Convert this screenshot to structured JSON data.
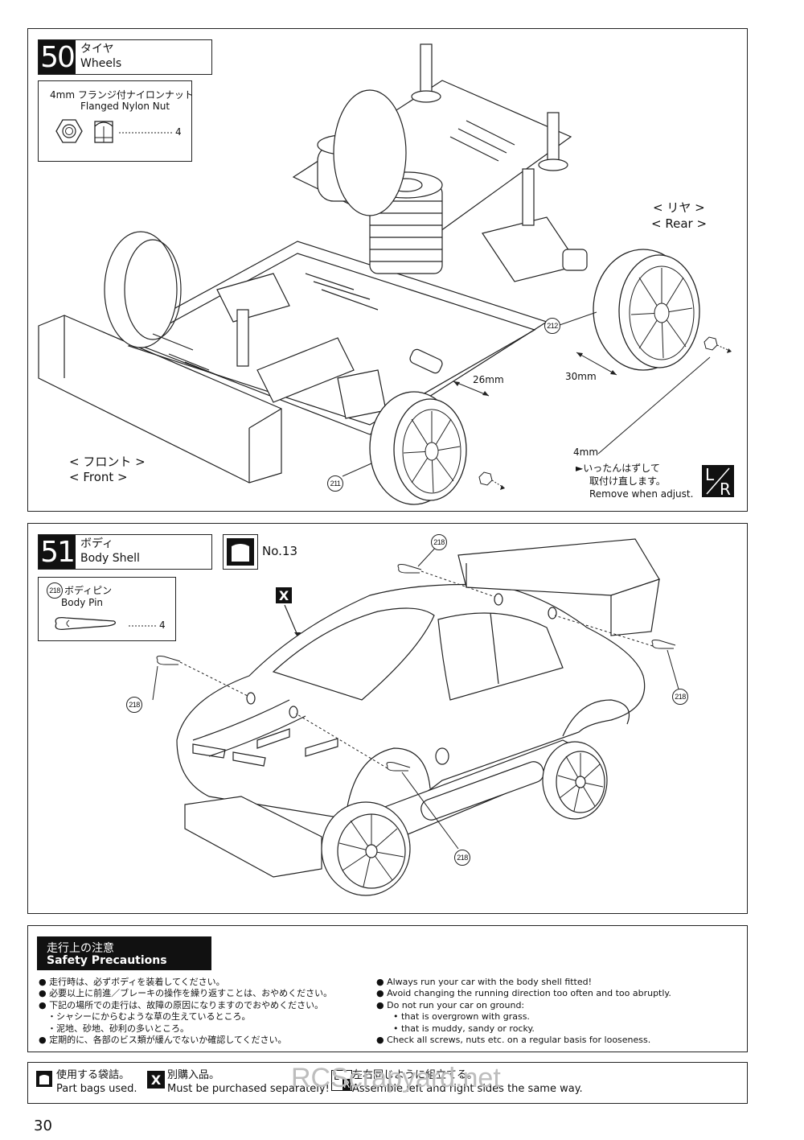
{
  "step50": {
    "number": "50",
    "title_jp": "タイヤ",
    "title_en": "Wheels",
    "part": {
      "size_name_jp": "4mm  フランジ付ナイロンナット",
      "name_en": "Flanged Nylon Nut",
      "qty": "4"
    },
    "rear_jp": "< リヤ >",
    "rear_en": "< Rear >",
    "front_jp": "< フロント >",
    "front_en": "< Front >",
    "dim_front": "26mm",
    "dim_rear": "30mm",
    "nut_size": "4mm",
    "part_rear_wheel": "212",
    "part_front_wheel": "211",
    "note_jp_1": "►いったんはずして",
    "note_jp_2": "取付け直します。",
    "note_en": "Remove when adjust.",
    "lr_l": "L",
    "lr_r": "R"
  },
  "step51": {
    "number": "51",
    "title_jp": "ボディ",
    "title_en": "Body Shell",
    "bag_no": "No.13",
    "part": {
      "num": "218",
      "name_jp": "ボディピン",
      "name_en": "Body Pin",
      "qty": "4"
    },
    "callout": "218",
    "x_mark": "X"
  },
  "safety": {
    "title_jp": "走行上の注意",
    "title_en": "Safety Precautions",
    "jp_lines": [
      "● 走行時は、必ずボディを装着してください。",
      "● 必要以上に前進／ブレーキの操作を繰り返すことは、おやめください。",
      "● 下記の場所での走行は、故障の原因になりますのでおやめください。",
      "　・シャシーにからむような草の生えているところ。",
      "　・泥地、砂地、砂利の多いところ。",
      "● 定期的に、各部のビス類が緩んでないか確認してください。"
    ],
    "en_lines": [
      "● Always run your car with the body shell fitted!",
      "● Avoid changing the running direction too often and too abruptly.",
      "● Do not run your car on ground:",
      "      • that is overgrown with grass.",
      "      • that is muddy, sandy or rocky.",
      "● Check all screws, nuts etc. on a regular basis for looseness."
    ]
  },
  "legend": {
    "bag_jp": "使用する袋詰。",
    "bag_en": "Part bags used.",
    "x_jp": "別購入品。",
    "x_en": "Must be purchased separately!",
    "lr_jp": "左右同じように組立てる。",
    "lr_en": "Assemble left and right sides the same way."
  },
  "page_number": "30",
  "watermark": "RCScrapyard.net"
}
